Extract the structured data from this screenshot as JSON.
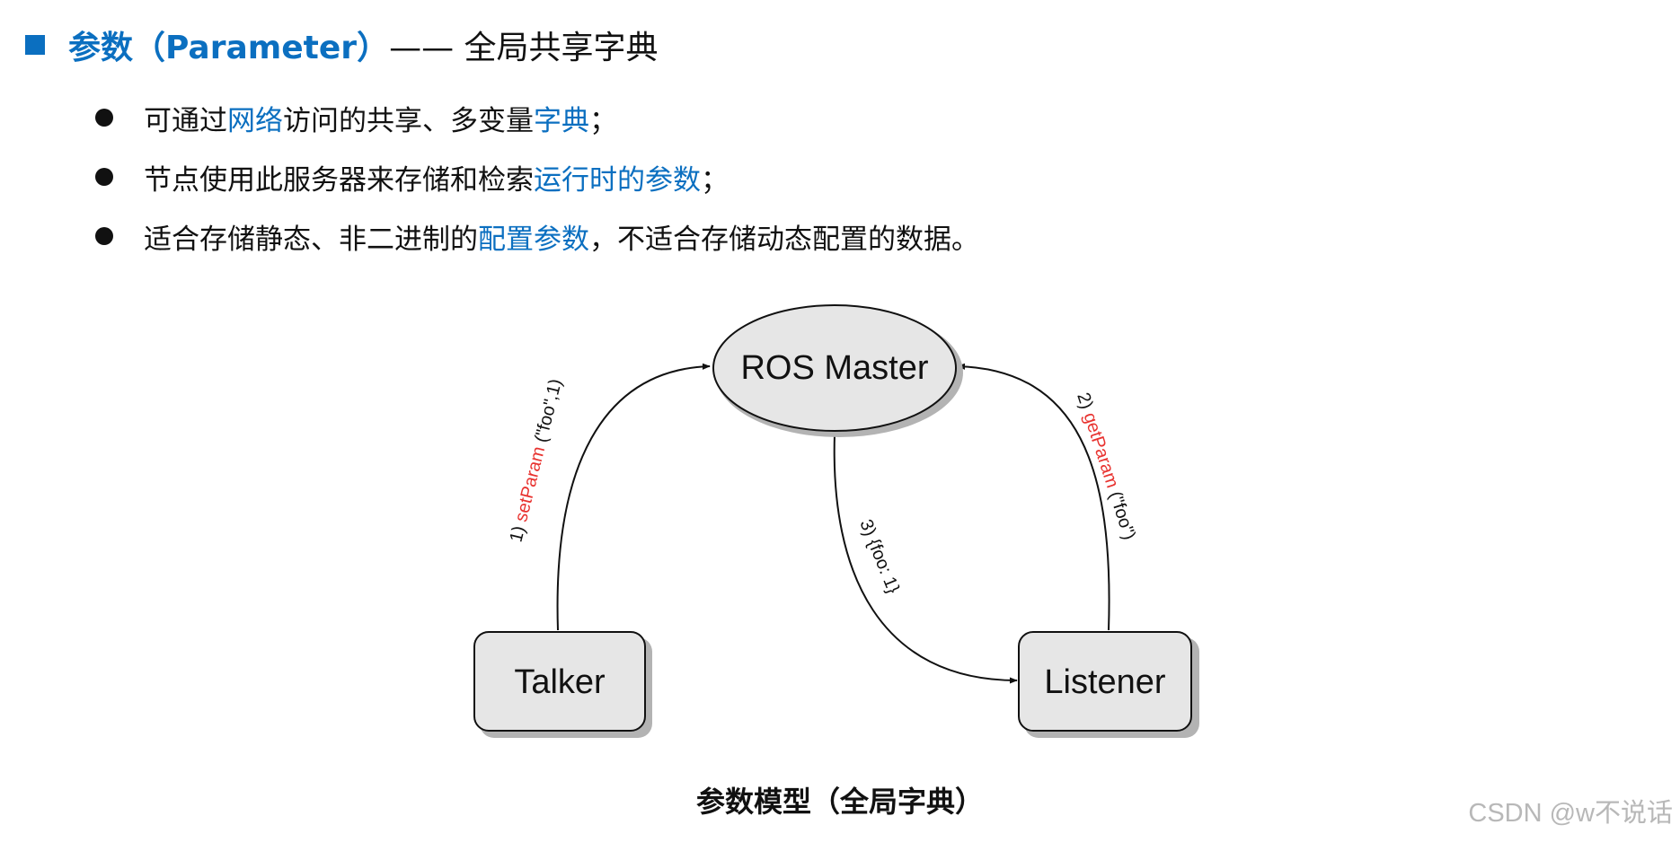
{
  "heading": {
    "title_blue": "参数（Parameter）",
    "title_rest": "—— 全局共享字典"
  },
  "bullets": [
    {
      "parts": [
        "可通过",
        "网络",
        "访问的共享、多变量",
        "字典",
        "；"
      ]
    },
    {
      "parts": [
        "节点使用此服务器来存储和检索",
        "运行时的参数",
        "；"
      ]
    },
    {
      "parts": [
        "适合存储静态、非二进制的",
        "配置参数",
        "，不适合存储动态配置的数据。"
      ]
    }
  ],
  "diagram": {
    "master": "ROS Master",
    "talker": "Talker",
    "listener": "Listener",
    "edge1": {
      "num": "1) ",
      "call": "setParam",
      "args": " (\"foo\",1)"
    },
    "edge2": {
      "num": "2) ",
      "call": "getParam",
      "args": " (\"foo\")"
    },
    "edge3": {
      "text": "3) {foo: 1}"
    }
  },
  "caption": "参数模型（全局字典）",
  "watermark": "CSDN @w不说话",
  "colors": {
    "accent": "#0b6fc0",
    "call_red": "#e8322f",
    "node_fill": "#e6e6e6"
  }
}
